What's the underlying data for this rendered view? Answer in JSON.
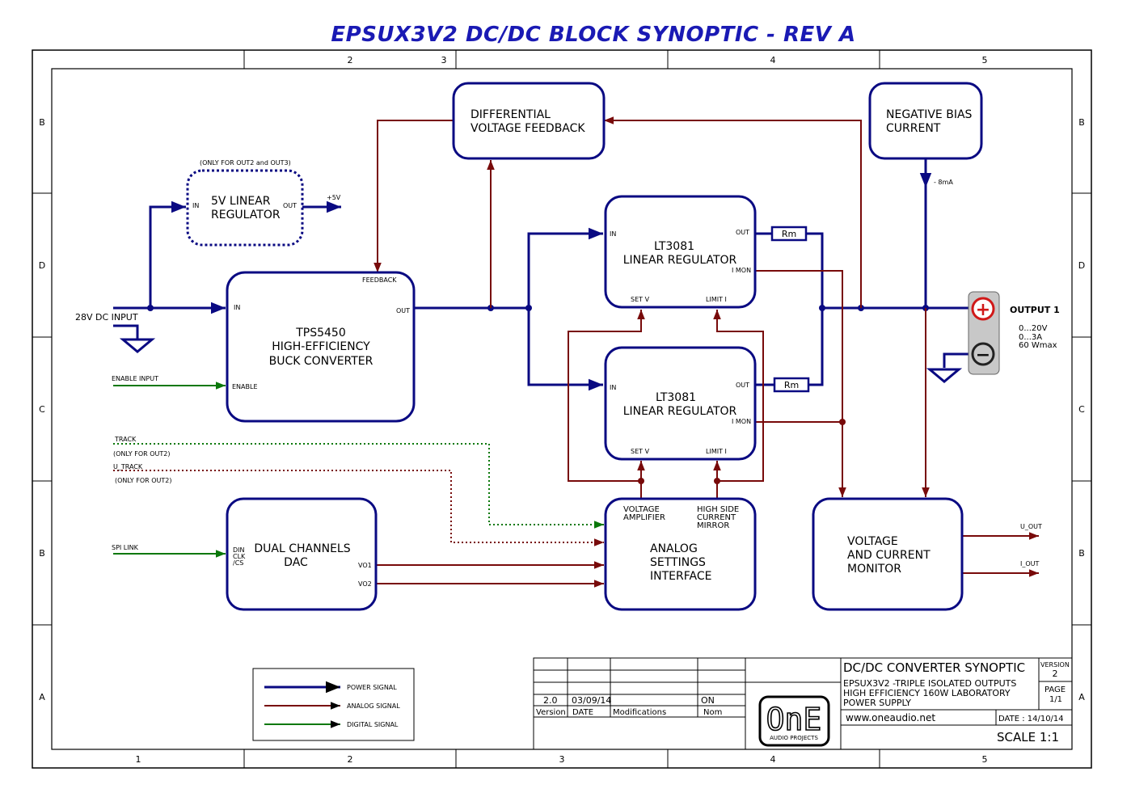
{
  "title": "EPSUX3V2 DC/DC BLOCK SYNOPTIC - REV A",
  "frame": {
    "top_cols": [
      "2",
      "3",
      "4",
      "5"
    ],
    "bottom_cols": [
      "1",
      "2",
      "3",
      "4",
      "5"
    ],
    "rows": [
      "B",
      "D",
      "C",
      "B",
      "A"
    ]
  },
  "blocks": {
    "diff_fb": [
      "DIFFERENTIAL",
      "VOLTAGE  FEEDBACK"
    ],
    "neg_bias": [
      "NEGATIVE BIAS",
      "CURRENT"
    ],
    "neg_bias_current": "- 8mA",
    "lin5v_note": "(ONLY FOR OUT2 and OUT3)",
    "lin5v": [
      "5V LINEAR",
      "REGULATOR"
    ],
    "lin5v_in": "IN",
    "lin5v_out": "OUT",
    "lin5v_rail": "+5V",
    "buck": [
      "TPS5450",
      "HIGH-EFFICIENCY",
      "BUCK CONVERTER"
    ],
    "buck_feedback": "FEEDBACK",
    "buck_in": "IN",
    "buck_out": "OUT",
    "buck_enable": "ENABLE",
    "lt1": [
      "LT3081",
      "LINEAR REGULATOR"
    ],
    "lt2": [
      "LT3081",
      "LINEAR REGULATOR"
    ],
    "lt_in": "IN",
    "lt_out": "OUT",
    "lt_imon": "I MON",
    "lt_setv": "SET V",
    "lt_limit": "LIMIT I",
    "rm": "Rm",
    "dac": [
      "DUAL CHANNELS",
      "DAC"
    ],
    "dac_pins": [
      "DIN",
      "CLK",
      "/CS"
    ],
    "dac_vo1": "VO1",
    "dac_vo2": "VO2",
    "asi": [
      "ANALOG",
      "SETTINGS",
      "INTERFACE"
    ],
    "asi_va": [
      "VOLTAGE",
      "AMPLIFIER"
    ],
    "asi_hs": [
      "HIGH SIDE",
      "CURRENT",
      "MIRROR"
    ],
    "vcm": [
      "VOLTAGE",
      "AND CURRENT",
      "MONITOR"
    ],
    "vcm_uout": "U_OUT",
    "vcm_iout": "I_OUT"
  },
  "signals": {
    "dc_input": "28V DC INPUT",
    "enable_input": "ENABLE INPUT",
    "track": "TRACK",
    "track_note": "(ONLY FOR OUT2)",
    "u_track": "U_TRACK",
    "u_track_note": "(ONLY FOR OUT2)",
    "spi": "SPI LINK"
  },
  "output": {
    "label": "OUTPUT 1",
    "specs": [
      "0...20V",
      "0...3A",
      "60 Wmax"
    ],
    "plus_symbol": "+",
    "minus_symbol": "−"
  },
  "legend": {
    "items": [
      {
        "label": "POWER SIGNAL",
        "color": "#0a0a82"
      },
      {
        "label": "ANALOG SIGNAL",
        "color": "#780a0a"
      },
      {
        "label": "DIGITAL SIGNAL",
        "color": "#0a780a"
      }
    ]
  },
  "title_block": {
    "rev_version": "2.0",
    "rev_date": "03/09/14",
    "rev_nom": "ON",
    "col_version": "Version",
    "col_date": "DATE",
    "col_mod": "Modifications",
    "col_nom": "Nom",
    "logo_text": "OnE",
    "logo_sub": "AUDIO PROJECTS",
    "doc_title": "DC/DC CONVERTER SYNOPTIC",
    "version_label": "VERSION",
    "version_value": "2",
    "desc": [
      "EPSUX3V2  -TRIPLE ISOLATED OUTPUTS",
      "HIGH EFFICIENCY 160W LABORATORY",
      "POWER SUPPLY"
    ],
    "page_label": "PAGE",
    "page_value": "1/1",
    "website": "www.oneaudio.net",
    "date": "DATE : 14/10/14",
    "scale": "SCALE 1:1"
  },
  "colors": {
    "power": "#0a0a82",
    "analog": "#780a0a",
    "digital": "#0a780a",
    "title": "#1a1ab4"
  }
}
